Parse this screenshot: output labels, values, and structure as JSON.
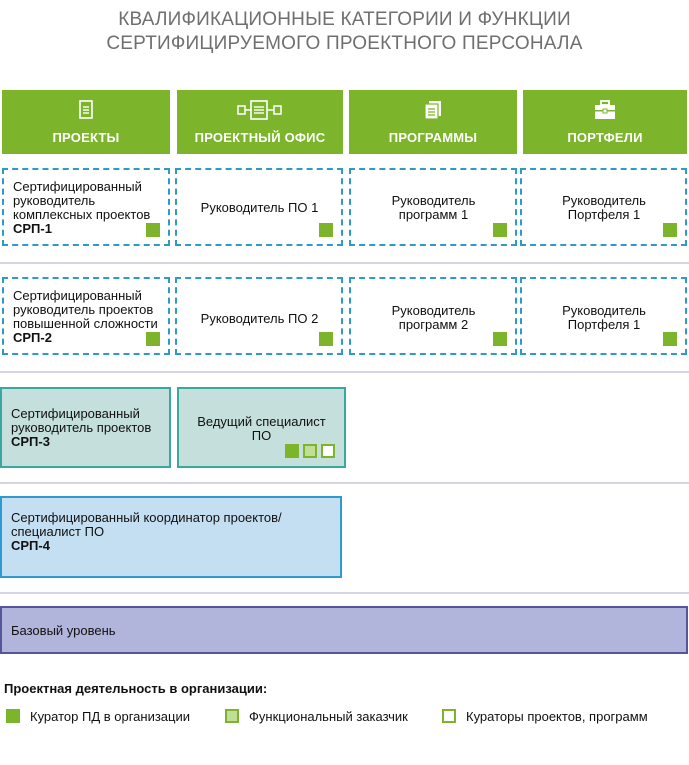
{
  "title": {
    "line1": "КВАЛИФИКАЦИОННЫЕ КАТЕГОРИИ И ФУНКЦИИ",
    "line2": "СЕРТИФИЦИРУЕМОГО ПРОЕКТНОГО ПЕРСОНАЛА"
  },
  "columns": [
    {
      "label": "ПРОЕКТЫ",
      "icon": "document-icon"
    },
    {
      "label": "ПРОЕКТНЫЙ ОФИС",
      "icon": "process-flow-icon"
    },
    {
      "label": "ПРОГРАММЫ",
      "icon": "stacked-documents-icon"
    },
    {
      "label": "ПОРТФЕЛИ",
      "icon": "briefcase-icon"
    }
  ],
  "row1": {
    "projects": {
      "lines": [
        "Сертифицированный",
        "руководитель",
        "комплексных проектов"
      ],
      "code": "СРП-1"
    },
    "office": "Руководитель ПО 1",
    "programs": {
      "line1": "Руководитель",
      "line2": "программ 1"
    },
    "portfolios": {
      "line1": "Руководитель",
      "line2": "Портфеля 1"
    }
  },
  "row2": {
    "projects": {
      "lines": [
        "Сертифицированный",
        "руководитель проектов",
        "повышенной сложности"
      ],
      "code": "СРП-2"
    },
    "office": "Руководитель ПО 2",
    "programs": {
      "line1": "Руководитель",
      "line2": "программ 2"
    },
    "portfolios": {
      "line1": "Руководитель",
      "line2": "Портфеля 1"
    }
  },
  "row3": {
    "projects": {
      "lines": [
        "Сертифицированный",
        "руководитель проектов"
      ],
      "code": "СРП-3"
    },
    "office": {
      "line1": "Ведущий специалист",
      "line2": "ПО"
    }
  },
  "row4": {
    "lines": [
      "Сертифицированный координатор проектов/",
      "специалист ПО"
    ],
    "code": "СРП-4"
  },
  "row5": {
    "label": "Базовый уровень"
  },
  "legend": {
    "title": "Проектная деятельность в организации:",
    "items": [
      {
        "label": "Куратор ПД в организации",
        "style": "full"
      },
      {
        "label": "Функциональный заказчик",
        "style": "light"
      },
      {
        "label": "Кураторы проектов, программ",
        "style": "empty"
      }
    ]
  },
  "colors": {
    "header_green": "#7cb52b",
    "dashed_border": "#2e9ac9",
    "teal_fill": "#c5e0dc",
    "blue_fill": "#c5dff2",
    "base_fill": "#b1b5dc",
    "title_gray": "#6f6f6f"
  }
}
